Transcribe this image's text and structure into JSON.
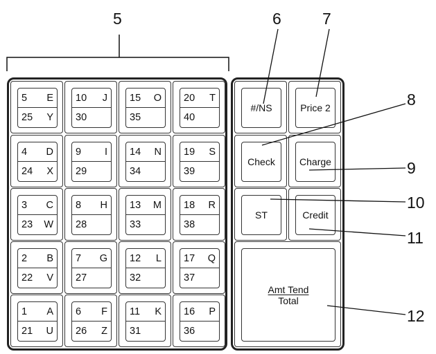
{
  "callouts": [
    "5",
    "6",
    "7",
    "8",
    "9",
    "10",
    "11",
    "12"
  ],
  "plu_keys": [
    [
      {
        "tl": "5",
        "tr": "E",
        "bl": "25",
        "br": "Y"
      },
      {
        "tl": "10",
        "tr": "J",
        "bl": "30",
        "br": ""
      },
      {
        "tl": "15",
        "tr": "O",
        "bl": "35",
        "br": ""
      },
      {
        "tl": "20",
        "tr": "T",
        "bl": "40",
        "br": ""
      }
    ],
    [
      {
        "tl": "4",
        "tr": "D",
        "bl": "24",
        "br": "X"
      },
      {
        "tl": "9",
        "tr": "I",
        "bl": "29",
        "br": ""
      },
      {
        "tl": "14",
        "tr": "N",
        "bl": "34",
        "br": ""
      },
      {
        "tl": "19",
        "tr": "S",
        "bl": "39",
        "br": ""
      }
    ],
    [
      {
        "tl": "3",
        "tr": "C",
        "bl": "23",
        "br": "W"
      },
      {
        "tl": "8",
        "tr": "H",
        "bl": "28",
        "br": ""
      },
      {
        "tl": "13",
        "tr": "M",
        "bl": "33",
        "br": ""
      },
      {
        "tl": "18",
        "tr": "R",
        "bl": "38",
        "br": ""
      }
    ],
    [
      {
        "tl": "2",
        "tr": "B",
        "bl": "22",
        "br": "V"
      },
      {
        "tl": "7",
        "tr": "G",
        "bl": "27",
        "br": ""
      },
      {
        "tl": "12",
        "tr": "L",
        "bl": "32",
        "br": ""
      },
      {
        "tl": "17",
        "tr": "Q",
        "bl": "37",
        "br": ""
      }
    ],
    [
      {
        "tl": "1",
        "tr": "A",
        "bl": "21",
        "br": "U"
      },
      {
        "tl": "6",
        "tr": "F",
        "bl": "26",
        "br": "Z"
      },
      {
        "tl": "11",
        "tr": "K",
        "bl": "31",
        "br": ""
      },
      {
        "tl": "16",
        "tr": "P",
        "bl": "36",
        "br": ""
      }
    ]
  ],
  "function_keys": [
    [
      "#/NS",
      "Price 2"
    ],
    [
      "Check",
      "Charge"
    ],
    [
      "ST",
      "Credit"
    ]
  ],
  "total_key": {
    "line1": "Amt Tend",
    "line2": "Total"
  }
}
